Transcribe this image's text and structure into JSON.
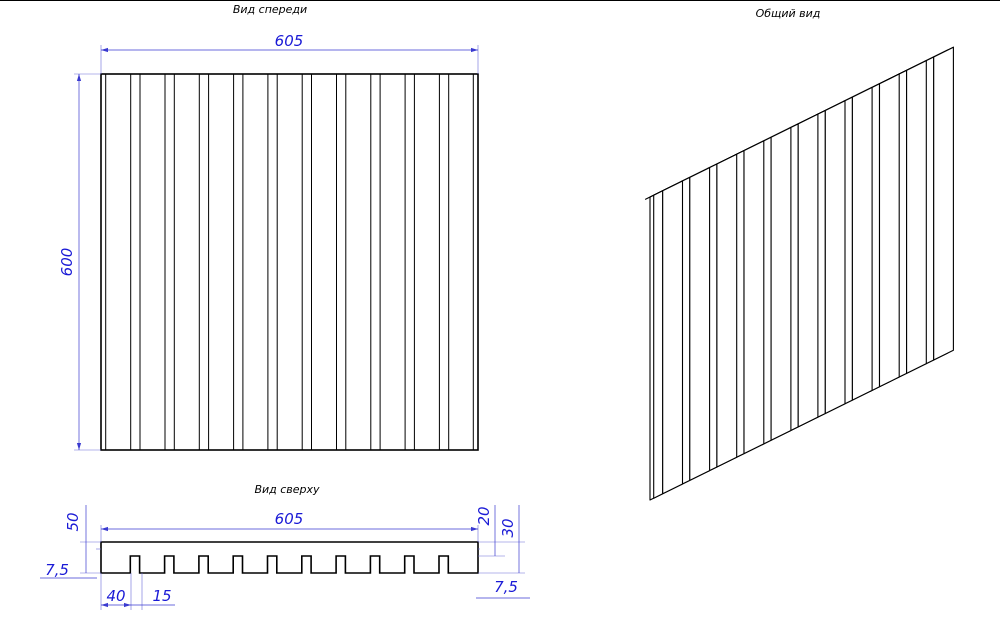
{
  "views": {
    "front_title": "Вид спереди",
    "iso_title": "Общий вид",
    "top_title": "Вид сверху"
  },
  "dimensions": {
    "front_width": "605",
    "front_height": "600",
    "top_width": "605",
    "top_height": "50",
    "top_gap_depth": "20",
    "top_lamella_depth": "30",
    "top_left_edge": "7,5",
    "top_right_edge": "7,5",
    "top_lamella_width": "40",
    "top_gap_width": "15"
  },
  "colors": {
    "dimension": "#1a1ad6",
    "outline": "#000000"
  }
}
